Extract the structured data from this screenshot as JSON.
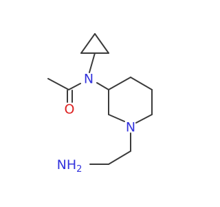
{
  "molecule": {
    "atoms": {
      "amide_n": "N",
      "ring_n": "N",
      "carbonyl_o": "O",
      "amine": "NH",
      "amine_h_count": "2"
    },
    "colors": {
      "bond": "#3a3a3a",
      "nitrogen": "#3333dd",
      "oxygen": "#dd2222"
    }
  }
}
